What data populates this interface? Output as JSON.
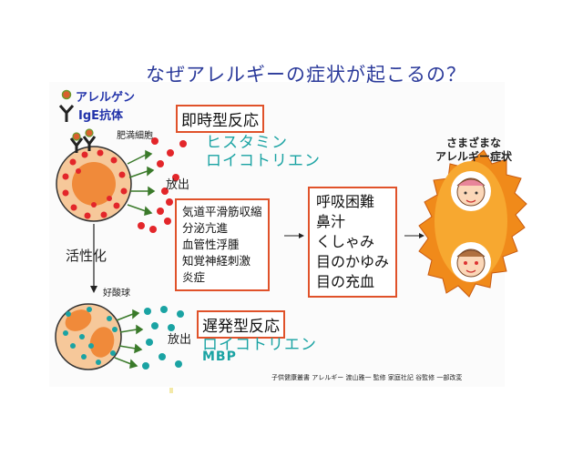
{
  "title": "なぜアレルギーの症状が起こるの？",
  "legend": {
    "allergen": "アレルゲン",
    "ige": "IgE抗体"
  },
  "mast_cell_label": "肥満細胞",
  "eosinophil_label": "好酸球",
  "activation_label": "活性化",
  "release_label_1": "放出",
  "release_label_2": "放出",
  "immediate": {
    "heading": "即時型反応",
    "mediators": [
      "ヒスタミン",
      "ロイコトリエン"
    ],
    "effects": [
      "気道平滑筋収縮",
      "分泌亢進",
      "血管性浮腫",
      "知覚神経刺激",
      "炎症"
    ]
  },
  "delayed": {
    "heading": "遅発型反応",
    "mediators": [
      "ロイコトリエン",
      "MBP"
    ]
  },
  "symptoms": [
    "呼吸困難",
    "鼻汁",
    "くしゃみ",
    "目のかゆみ",
    "目の充血"
  ],
  "badge_label": [
    "さまざまな",
    "アレルギー症状"
  ],
  "credit": "子供健康叢書 アレルギー 渡山雅一 監修 家庭社記 谷監修 一部改変",
  "colors": {
    "accent": "#e0522a",
    "teal": "#1aa3a3",
    "title": "#2b3a9a",
    "cell": "#f6c89a",
    "nucleus": "#f08a3a",
    "granule_red": "#e3262a"
  }
}
